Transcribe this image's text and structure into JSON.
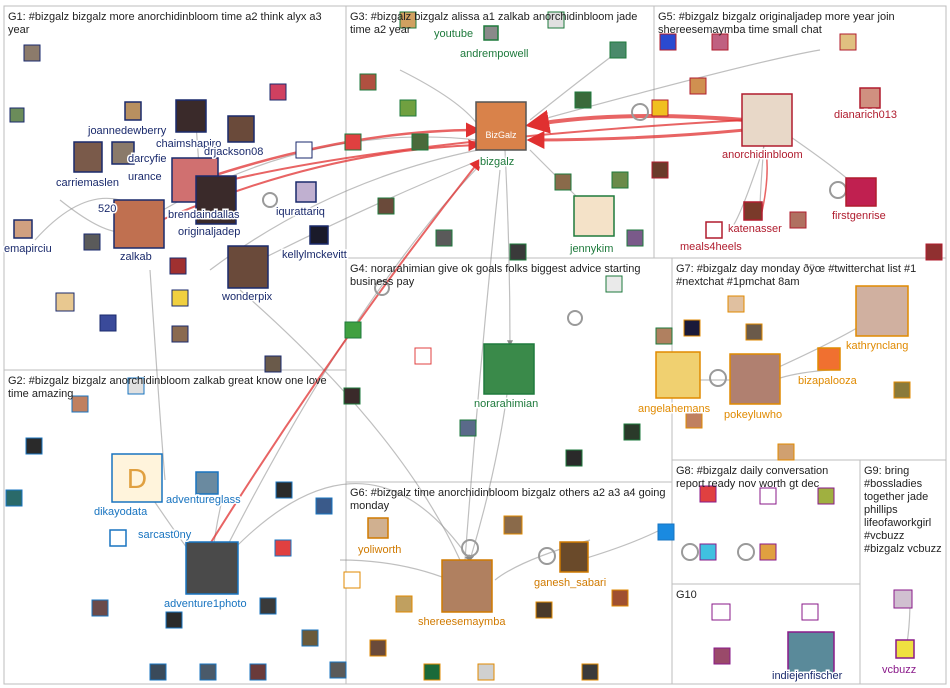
{
  "graph": {
    "groups": [
      {
        "id": "G1",
        "label": "G1: #bizgalz bizgalz more anorchidinbloom time a2 think alyx a3 year"
      },
      {
        "id": "G2",
        "label": "G2: #bizgalz bizgalz anorchidinbloom zalkab great know one love time amazing"
      },
      {
        "id": "G3",
        "label": "G3: #bizgalz bizgalz alissa a1 zalkab anorchidinbloom jade time a2 year"
      },
      {
        "id": "G4",
        "label": "G4: norarahimian give ok goals folks biggest advice starting business pay"
      },
      {
        "id": "G5",
        "label": "G5: #bizgalz bizgalz originaljadep more year join shereesemaymba time small chat"
      },
      {
        "id": "G6",
        "label": "G6: #bizgalz time anorchidinbloom bizgalz others a2 a3 a4 going monday"
      },
      {
        "id": "G7",
        "label": "G7: #bizgalz day monday ðÿœ #twitterchat list #1 #nextchat #1pmchat 8am"
      },
      {
        "id": "G8",
        "label": "G8: #bizgalz daily conversation report ready nov worth gt dec"
      },
      {
        "id": "G9",
        "label": "G9: bring #bossladies together jade phillips lifeofaworkgirl #vcbuzz #bizgalz vcbuzz"
      },
      {
        "id": "G10",
        "label": "G10"
      }
    ],
    "nodes": [
      {
        "id": "bizgalz",
        "label": "bizgalz",
        "color": "#1e7a3c"
      },
      {
        "id": "andrempowell",
        "label": "andrempowell",
        "color": "#1e7a3c"
      },
      {
        "id": "youtube",
        "label": "youtube",
        "color": "#1e7a3c"
      },
      {
        "id": "jennykim",
        "label": "jennykim",
        "color": "#1e7a3c"
      },
      {
        "id": "joannedewberry",
        "label": "joannedewberry",
        "color": "#1a2a6c"
      },
      {
        "id": "chaimshapiro",
        "label": "chaimshapiro",
        "color": "#1a2a6c"
      },
      {
        "id": "drjackson08",
        "label": "drjackson08",
        "color": "#1a2a6c"
      },
      {
        "id": "carriemaslen",
        "label": "carriemaslen",
        "color": "#1a2a6c"
      },
      {
        "id": "darcyfie",
        "label": "darcyfie",
        "color": "#1a2a6c"
      },
      {
        "id": "urance",
        "label": "urance",
        "color": "#1a2a6c"
      },
      {
        "id": "brendaindallas",
        "label": "brendaindallas",
        "color": "#1a2a6c"
      },
      {
        "id": "originaljadep",
        "label": "originaljadep",
        "color": "#1a2a6c"
      },
      {
        "id": "iqurattariq",
        "label": "iqurattariq",
        "color": "#1a2a6c"
      },
      {
        "id": "kellylmckevitt",
        "label": "kellylmckevitt",
        "color": "#1a2a6c"
      },
      {
        "id": "zalkab",
        "label": "zalkab",
        "color": "#1a2a6c"
      },
      {
        "id": "emapirciu",
        "label": "emapirciu",
        "color": "#1a2a6c"
      },
      {
        "id": "wonderpix",
        "label": "wonderpix",
        "color": "#1a2a6c"
      },
      {
        "id": "n520",
        "label": "520",
        "color": "#1a2a6c"
      },
      {
        "id": "anorchidinbloom",
        "label": "anorchidinbloom",
        "color": "#b01c2e"
      },
      {
        "id": "dianarich013",
        "label": "dianarich013",
        "color": "#b01c2e"
      },
      {
        "id": "katenasser",
        "label": "katenasser",
        "color": "#b01c2e"
      },
      {
        "id": "firstgenrise",
        "label": "firstgenrise",
        "color": "#b01c2e"
      },
      {
        "id": "meals4heels",
        "label": "meals4heels",
        "color": "#b01c2e"
      },
      {
        "id": "norarahimian",
        "label": "norarahimian",
        "color": "#1e7a3c"
      },
      {
        "id": "kathrynclang",
        "label": "kathrynclang",
        "color": "#e08a00"
      },
      {
        "id": "bizapalooza",
        "label": "bizapalooza",
        "color": "#e08a00"
      },
      {
        "id": "angelahemans",
        "label": "angelahemans",
        "color": "#e08a00"
      },
      {
        "id": "pokeyluwho",
        "label": "pokeyluwho",
        "color": "#e08a00"
      },
      {
        "id": "dikayodata",
        "label": "dikayodata",
        "color": "#1874c0"
      },
      {
        "id": "adventureglass",
        "label": "adventureglass",
        "color": "#1874c0"
      },
      {
        "id": "sarcast0ny",
        "label": "sarcast0ny",
        "color": "#1874c0"
      },
      {
        "id": "adventure1photo",
        "label": "adventure1photo",
        "color": "#1874c0"
      },
      {
        "id": "yoliworth",
        "label": "yoliworth",
        "color": "#d07a00"
      },
      {
        "id": "shereesemaymba",
        "label": "shereesemaymba",
        "color": "#d07a00"
      },
      {
        "id": "ganesh_sabari",
        "label": "ganesh_sabari",
        "color": "#d07a00"
      },
      {
        "id": "indiejenfischer",
        "label": "indiejenfischer",
        "color": "#1a2a6c"
      },
      {
        "id": "vcbuzz",
        "label": "vcbuzz",
        "color": "#8a1a8a"
      }
    ]
  }
}
